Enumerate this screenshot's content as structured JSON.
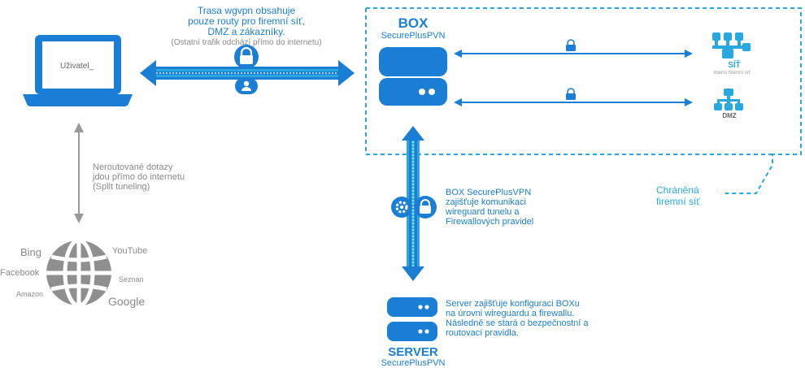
{
  "laptop": {
    "label": "Uživatel_"
  },
  "tunnel_note": {
    "line1": "Trasa wgvpn obsahuje",
    "line2": "pouze routy pro firemní síť,",
    "line3": "DMZ a zákazníky.",
    "line4": "(Ostatní trafik odchází přímo do internetu)"
  },
  "box": {
    "title": "BOX",
    "subtitle": "SecurePlusPVN"
  },
  "network": {
    "sit_label": "SÍŤ",
    "sit_sub": "Interní firemní síť",
    "dmz_label": "DMZ",
    "protected_line1": "Chráněná",
    "protected_line2": "firemní síť"
  },
  "split_note": {
    "line1": "Neroutované dotazy",
    "line2": "jdou přímo do internetu",
    "line3": "(Split tuneling)"
  },
  "box_note": {
    "line1": "BOX SecurePlusVPN",
    "line2": "zajišťuje komunikaci",
    "line3": "wireguard tunelu a",
    "line4": "Firewallových pravidel"
  },
  "internet": {
    "bing": "Bing",
    "youtube": "YouTube",
    "facebook": "Facebook",
    "seznan": "Seznan",
    "amazon": "Amazon",
    "google": "Google"
  },
  "server_note": {
    "line1": "Server zajišťuje konfiguraci BOXu",
    "line2": "na úrovni wireguardu a firewallu.",
    "line3": "Následně se stará o bezpečnostní a",
    "line4": "routovací pravidla."
  },
  "server": {
    "title": "SERVER",
    "subtitle": "SecurePlusPVN"
  },
  "colors": {
    "blue": "#1a7fd4",
    "light_blue": "#29a8e0",
    "gray": "#8f8f8f"
  }
}
